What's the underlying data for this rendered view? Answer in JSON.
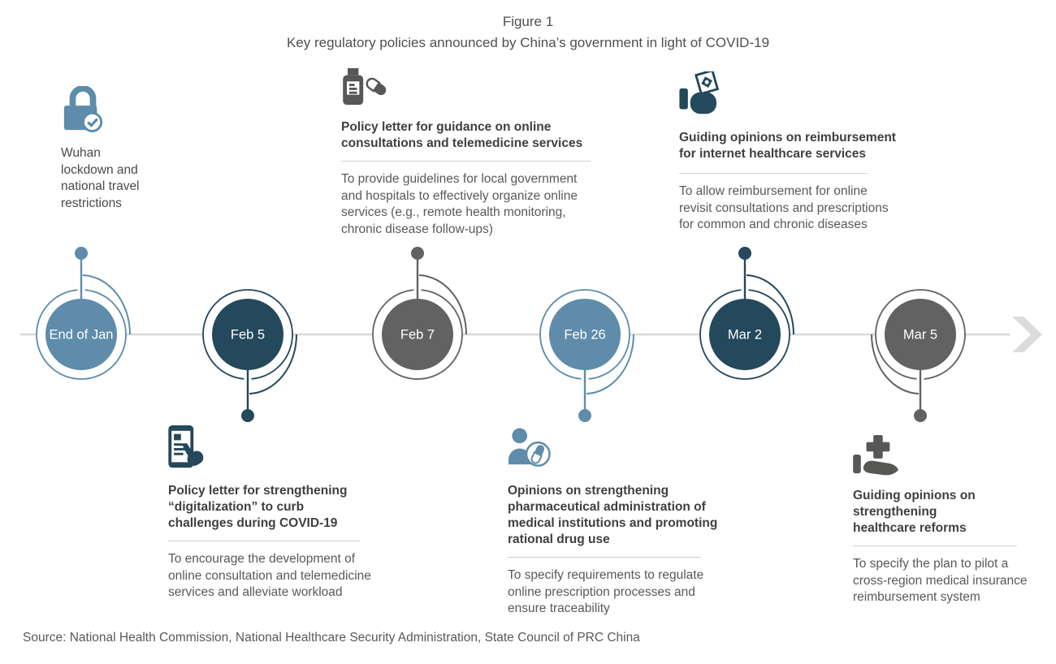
{
  "figure": {
    "label": "Figure 1",
    "title": "Key regulatory policies announced by China’s government in light of COVID-19"
  },
  "timeline": {
    "nodes": [
      {
        "date": "End of Jan",
        "color": "#5e8caa",
        "stem": "up"
      },
      {
        "date": "Feb 5",
        "color": "#24485c",
        "stem": "down"
      },
      {
        "date": "Feb 7",
        "color": "#626262",
        "stem": "up"
      },
      {
        "date": "Feb 26",
        "color": "#5e8caa",
        "stem": "down"
      },
      {
        "date": "Mar 2",
        "color": "#24485c",
        "stem": "up"
      },
      {
        "date": "Mar 5",
        "color": "#626262",
        "stem": "down"
      }
    ],
    "axis_color": "#d8d8d8",
    "arrow_icon": "right-arrow-icon"
  },
  "annotations": {
    "wuhan": {
      "icon": "lock-check-icon",
      "title": "Wuhan\nlockdown and\nnational travel\nrestrictions"
    },
    "feb7": {
      "icon": "medicine-bottle-pill-icon",
      "title": "Policy letter for guidance on online\nconsultations and telemedicine services",
      "body": "To provide guidelines for local government\nand hospitals to effectively organize online\nservices (e.g., remote health monitoring,\nchronic disease follow-ups)"
    },
    "mar2": {
      "icon": "hand-holding-money-icon",
      "title": "Guiding opinions on reimbursement\nfor internet healthcare services",
      "body": "To allow reimbursement for online\nrevisit consultations and prescriptions\nfor common and chronic diseases"
    },
    "feb5": {
      "icon": "smartphone-hand-icon",
      "title": "Policy letter for strengthening\n“digitalization” to curb\nchallenges during COVID-19",
      "body": "To encourage the development of\nonline consultation and telemedicine\nservices and alleviate workload"
    },
    "feb26": {
      "icon": "person-pill-icon",
      "title": "Opinions on strengthening\npharmaceutical administration of\nmedical institutions and promoting\nrational drug use",
      "body": "To specify requirements to regulate\nonline prescription processes and\nensure traceability"
    },
    "mar5": {
      "icon": "hand-holding-cross-icon",
      "title": "Guiding opinions on\nstrengthening\nhealthcare reforms",
      "body": "To specify the plan to pilot a\ncross-region medical insurance\nreimbursement system"
    }
  },
  "source": "Source: National Health Commission, National Healthcare Security Administration, State Council of PRC China",
  "colors": {
    "steel_blue": "#5e8caa",
    "dark_navy": "#24485c",
    "node_gray": "#626262",
    "icon_dark_gray": "#575756",
    "heading_text": "#3f3f3f",
    "body_text": "#595959",
    "divider": "#cfcfcf",
    "axis": "#d8d8d8"
  }
}
